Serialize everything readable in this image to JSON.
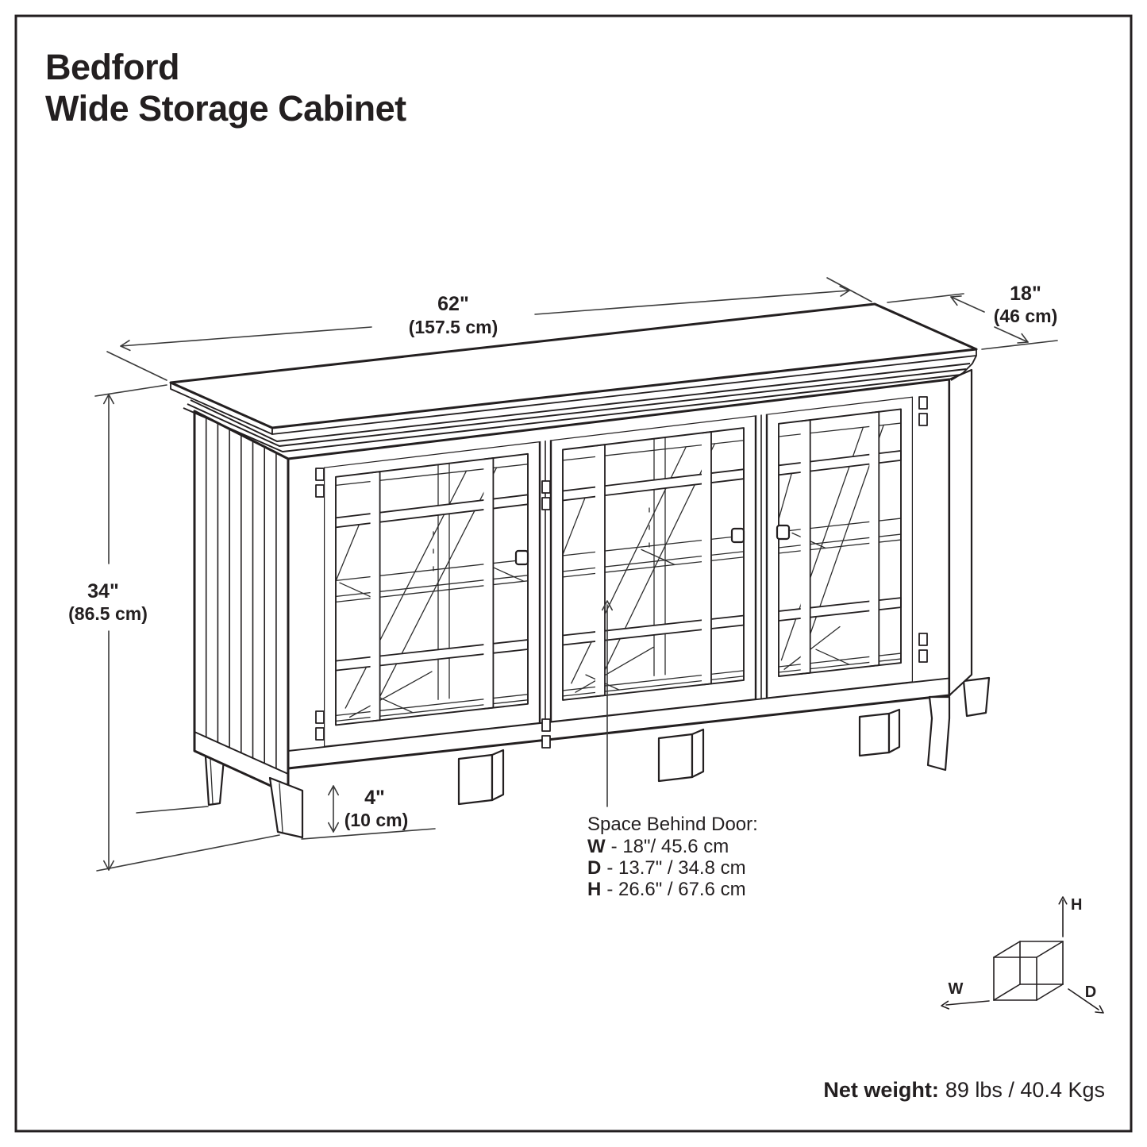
{
  "page": {
    "title_line1": "Bedford",
    "title_line2": "Wide Storage Cabinet"
  },
  "dimensions": {
    "width": {
      "value": "62\"",
      "metric": "(157.5 cm)"
    },
    "depth": {
      "value": "18\"",
      "metric": "(46 cm)"
    },
    "height": {
      "value": "34\"",
      "metric": "(86.5 cm)"
    },
    "clearance": {
      "value": "4\"",
      "metric": "(10 cm)"
    }
  },
  "space_behind_door": {
    "title": "Space Behind Door:",
    "rows": [
      {
        "label": "W",
        "value": "- 18\"/ 45.6 cm"
      },
      {
        "label": "D",
        "value": "- 13.7\" / 34.8 cm"
      },
      {
        "label": "H",
        "value": "- 26.6\" / 67.6 cm"
      }
    ]
  },
  "axis_cube": {
    "h": "H",
    "w": "W",
    "d": "D"
  },
  "net_weight": {
    "label": "Net weight:",
    "value": "89 lbs / 40.4 Kgs"
  },
  "colors": {
    "line_color": "#231f20",
    "background": "#ffffff"
  }
}
